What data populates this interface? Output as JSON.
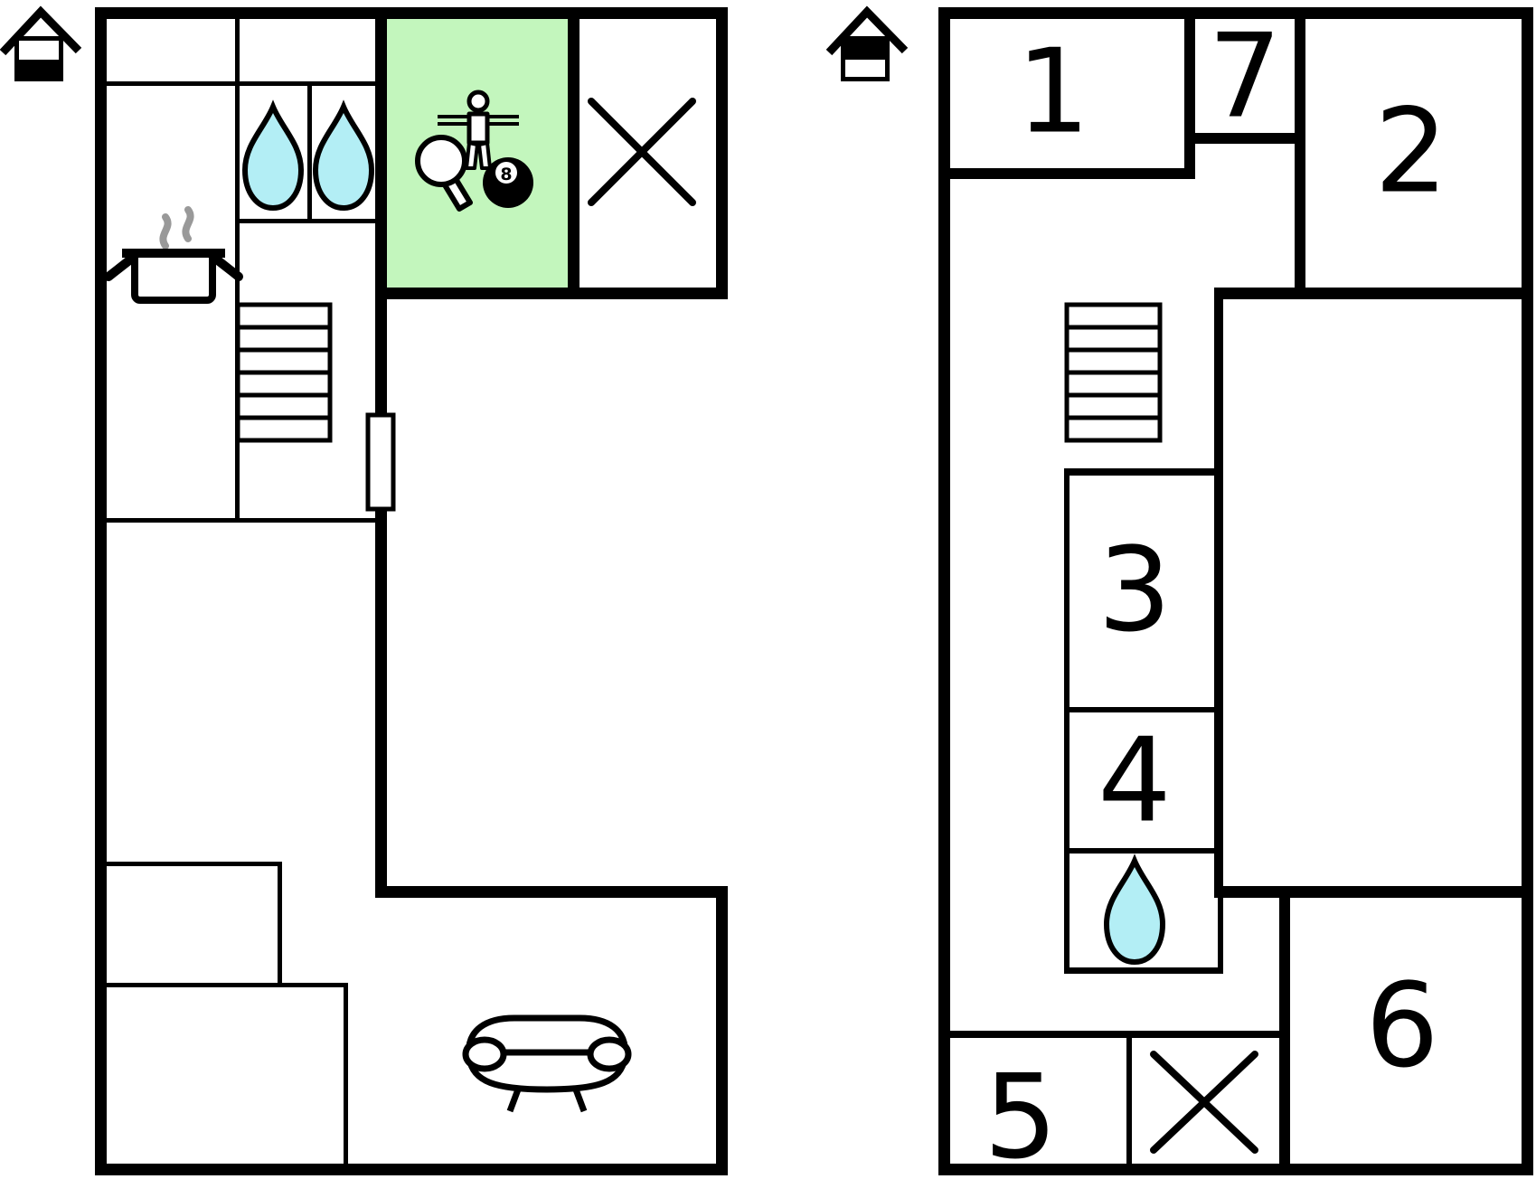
{
  "colors": {
    "wall": "#000000",
    "background": "#ffffff",
    "highlight_room": "#c3f6bd",
    "water": "#b3eef5",
    "steam": "#999999"
  },
  "ground_floor": {
    "house_icon": "house-ground-floor-icon",
    "game_room": {
      "highlight": "#c3f6bd",
      "eight_ball_label": "8",
      "icons": [
        "foosball-player-icon",
        "table-tennis-paddle-icon",
        "eight-ball-icon"
      ]
    },
    "kitchen": {
      "icons": [
        "cooking-pot-icon",
        "steam-icon"
      ]
    },
    "washroom": {
      "icons": [
        "water-drop-icon",
        "water-drop-icon"
      ]
    },
    "storage": {
      "icons": [
        "cross-mark-icon"
      ]
    },
    "living_room": {
      "icons": [
        "sofa-icon"
      ]
    },
    "hall": {
      "icons": [
        "stairs-icon",
        "door-icon"
      ]
    }
  },
  "upper_floor": {
    "house_icon": "house-upper-floor-icon",
    "rooms": [
      {
        "label": "1"
      },
      {
        "label": "2"
      },
      {
        "label": "3"
      },
      {
        "label": "4"
      },
      {
        "label": "5"
      },
      {
        "label": "6"
      },
      {
        "label": "7"
      }
    ],
    "washroom": {
      "icons": [
        "water-drop-icon"
      ]
    },
    "storage": {
      "icons": [
        "cross-mark-icon"
      ]
    },
    "hall": {
      "icons": [
        "stairs-icon"
      ]
    }
  }
}
